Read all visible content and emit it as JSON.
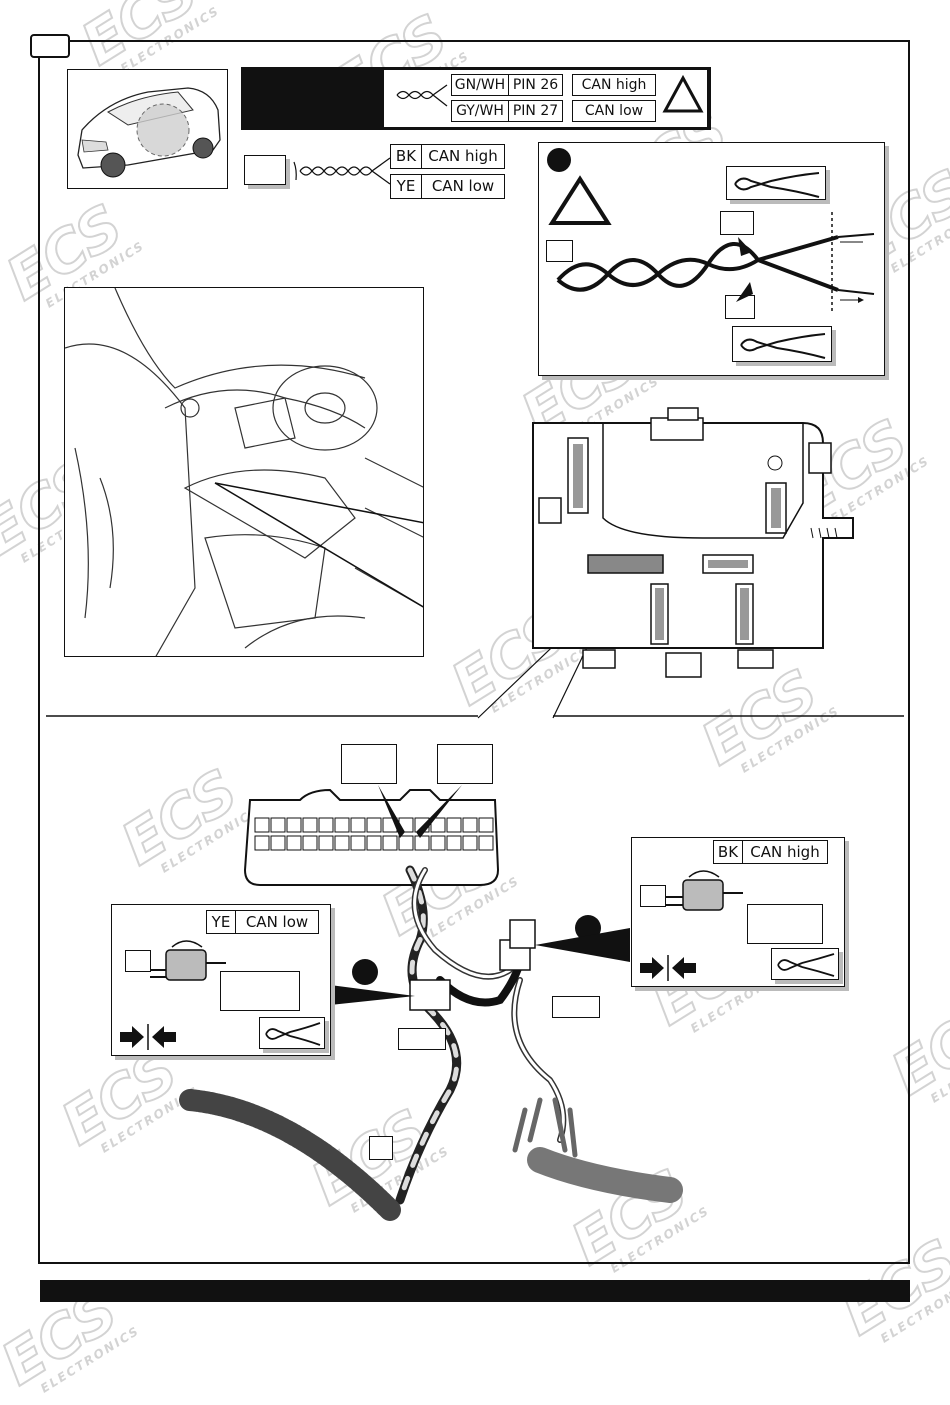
{
  "top_connector": {
    "rows": [
      {
        "wire": "GN/WH",
        "pin": "PIN 26",
        "signal": "CAN high"
      },
      {
        "wire": "GY/WH",
        "pin": "PIN 27",
        "signal": "CAN low"
      }
    ]
  },
  "harness_wires": [
    {
      "color": "BK",
      "signal": "CAN high"
    },
    {
      "color": "YE",
      "signal": "CAN low"
    }
  ],
  "left_detail": {
    "color": "YE",
    "signal": "CAN low"
  },
  "right_detail": {
    "color": "BK",
    "signal": "CAN high"
  },
  "watermark": {
    "logo": "ECS",
    "sub": "ELECTRONICS"
  },
  "icons": [
    "warning-triangle-icon",
    "cutting-pliers-icon",
    "press-arrows-icon"
  ]
}
